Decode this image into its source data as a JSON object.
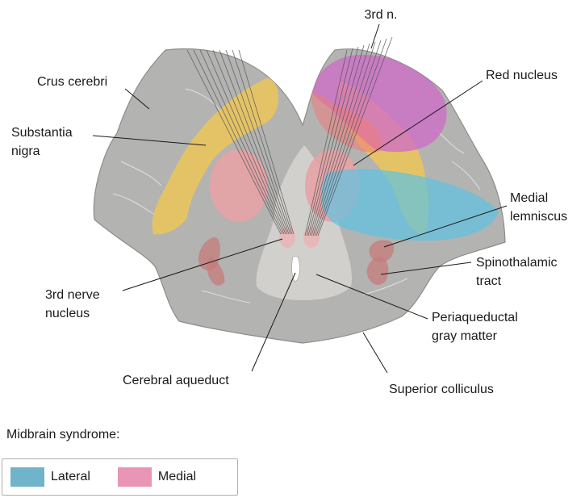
{
  "labels": {
    "third_n": "3rd n.",
    "crus_cerebri": "Crus cerebri",
    "red_nucleus": "Red nucleus",
    "substantia_nigra_line1": "Substantia",
    "substantia_nigra_line2": "nigra",
    "medial_lemniscus_line1": "Medial",
    "medial_lemniscus_line2": "lemniscus",
    "spinothalamic_line1": "Spinothalamic",
    "spinothalamic_line2": "tract",
    "third_nerve_nucleus_line1": "3rd nerve",
    "third_nerve_nucleus_line2": "nucleus",
    "periaqueductal_line1": "Periaqueductal",
    "periaqueductal_line2": "gray matter",
    "cerebral_aqueduct": "Cerebral aqueduct",
    "superior_colliculus": "Superior colliculus"
  },
  "caption": "Midbrain syndrome:",
  "legend": [
    {
      "label": "Lateral",
      "color": "#6fb4c8"
    },
    {
      "label": "Medial",
      "color": "#e995b6"
    }
  ],
  "colors": {
    "tissue": "#b3b3b1",
    "substantia_nigra": "#ecc65a",
    "red_nucleus": "#e5a2a6",
    "lateral_zone": "#5ec3e3",
    "medial_zone": "#cf6ac8",
    "spinothalamic": "#c77b7c",
    "nerve_nucleus": "#e8b6b6",
    "periaqueductal": "#d5d3cf"
  }
}
